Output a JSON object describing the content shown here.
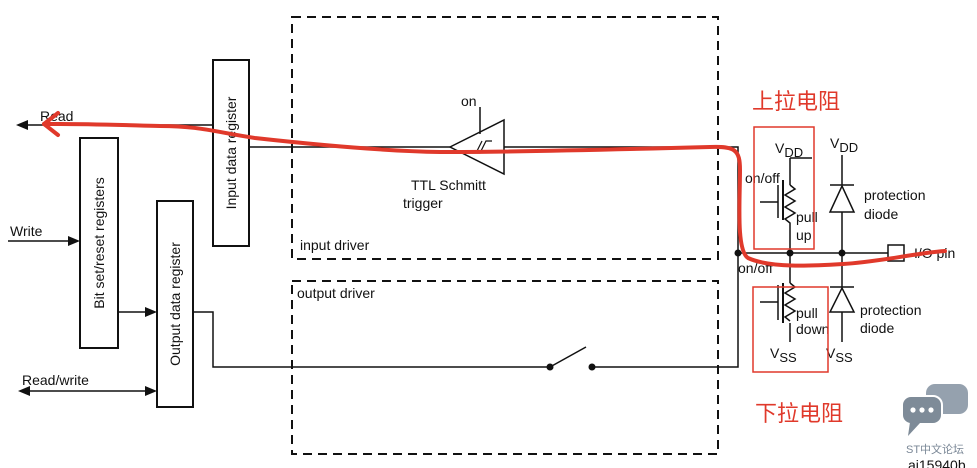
{
  "signals": {
    "read": "Read",
    "write": "Write",
    "read_write": "Read/write"
  },
  "blocks": {
    "input_data_register": "Input data register",
    "bit_set_reset_registers": "Bit set/reset registers",
    "output_data_register": "Output data register"
  },
  "input_driver": {
    "label": "input driver",
    "on_label": "on",
    "trigger_line1": "TTL Schmitt",
    "trigger_line2": "trigger"
  },
  "output_driver": {
    "label": "output driver"
  },
  "pin_section": {
    "vdd_left": "DD",
    "vdd_right": "DD",
    "vss_left": "SS",
    "vss_right": "SS",
    "v_prefix": "V",
    "on_off_top": "on/off",
    "on_off_bottom": "on/off",
    "pull_up_1": "pull",
    "pull_up_2": "up",
    "pull_down_1": "pull",
    "pull_down_2": "down",
    "protection_1a": "protection",
    "protection_1b": "diode",
    "protection_2a": "protection",
    "protection_2b": "diode",
    "io_pin": "I/O pin"
  },
  "annotations": {
    "pull_up_cn": "上拉电阻",
    "pull_down_cn": "下拉电阻",
    "accent_color": "#e0392b"
  },
  "watermark": {
    "forum": "ST中文论坛",
    "figure_id": "ai15940b"
  }
}
